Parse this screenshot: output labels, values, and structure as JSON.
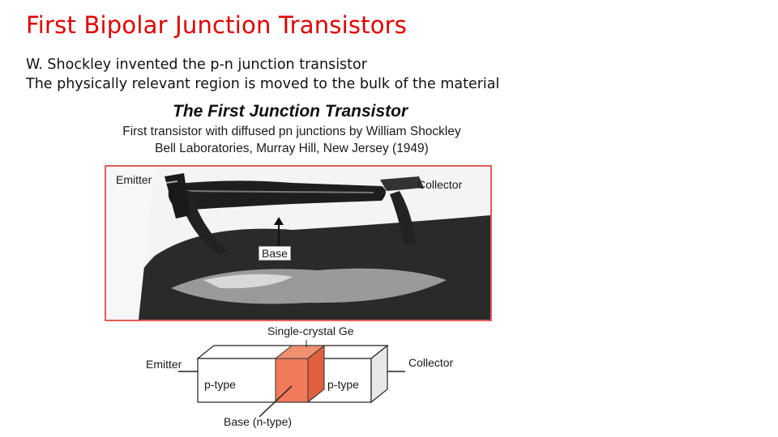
{
  "slide": {
    "title": "First Bipolar Junction Transistors",
    "bullets": [
      "W. Shockley invented the p-n junction transistor",
      "The physically relevant region is moved to the bulk of the material"
    ]
  },
  "figure": {
    "heading": "The First Junction Transistor",
    "caption_lines": [
      "First transistor with diffused pn junctions by William Shockley",
      "Bell Laboratories, Murray Hill, New Jersey (1949)"
    ],
    "photo_labels": {
      "emitter": "Emitter",
      "collector": "Collector",
      "base": "Base"
    },
    "diagram": {
      "crystal_label": "Single-crystal Ge",
      "emitter": "Emitter",
      "collector": "Collector",
      "left_region": "p-type",
      "right_region": "p-type",
      "base": "Base (n-type)"
    }
  },
  "colors": {
    "title": "#e00000",
    "photo_border": "#e85a5a",
    "base_slab": "#f07a5a"
  }
}
